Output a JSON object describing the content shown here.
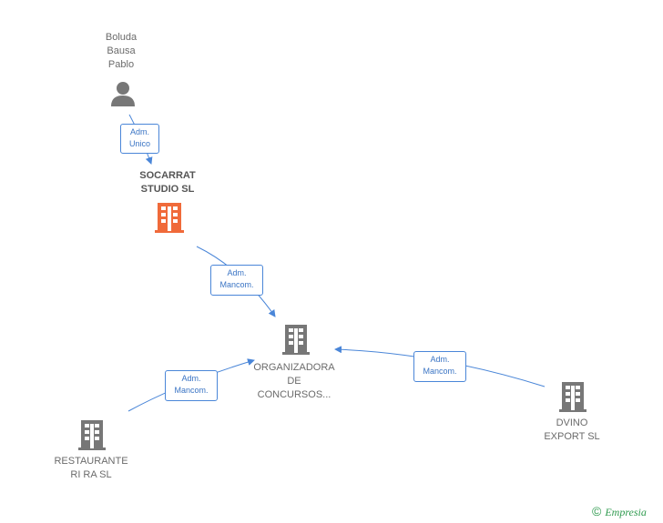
{
  "colors": {
    "edge": "#4a86d8",
    "node_default": "#777777",
    "node_highlight": "#f06a3a",
    "brand": "#2e9a4e"
  },
  "nodes": {
    "person": {
      "name": "Boluda\nBausa\nPablo",
      "icon": "person-icon"
    },
    "socarrat": {
      "name": "SOCARRAT\nSTUDIO SL",
      "icon": "building-icon"
    },
    "organizadora": {
      "name": "ORGANIZADORA\nDE\nCONCURSOS...",
      "icon": "building-icon"
    },
    "restaurante": {
      "name": "RESTAURANTE\nRI RA SL",
      "icon": "building-icon"
    },
    "dvino": {
      "name": "DVINO\nEXPORT SL",
      "icon": "building-icon"
    }
  },
  "edges": {
    "person_socarrat": "Adm.\nUnico",
    "socarrat_organizadora": "Adm.\nMancom.",
    "restaurante_organizadora": "Adm.\nMancom.",
    "dvino_organizadora": "Adm.\nMancom."
  },
  "footer": {
    "copyright_symbol": "©",
    "brand": "Empresia"
  }
}
